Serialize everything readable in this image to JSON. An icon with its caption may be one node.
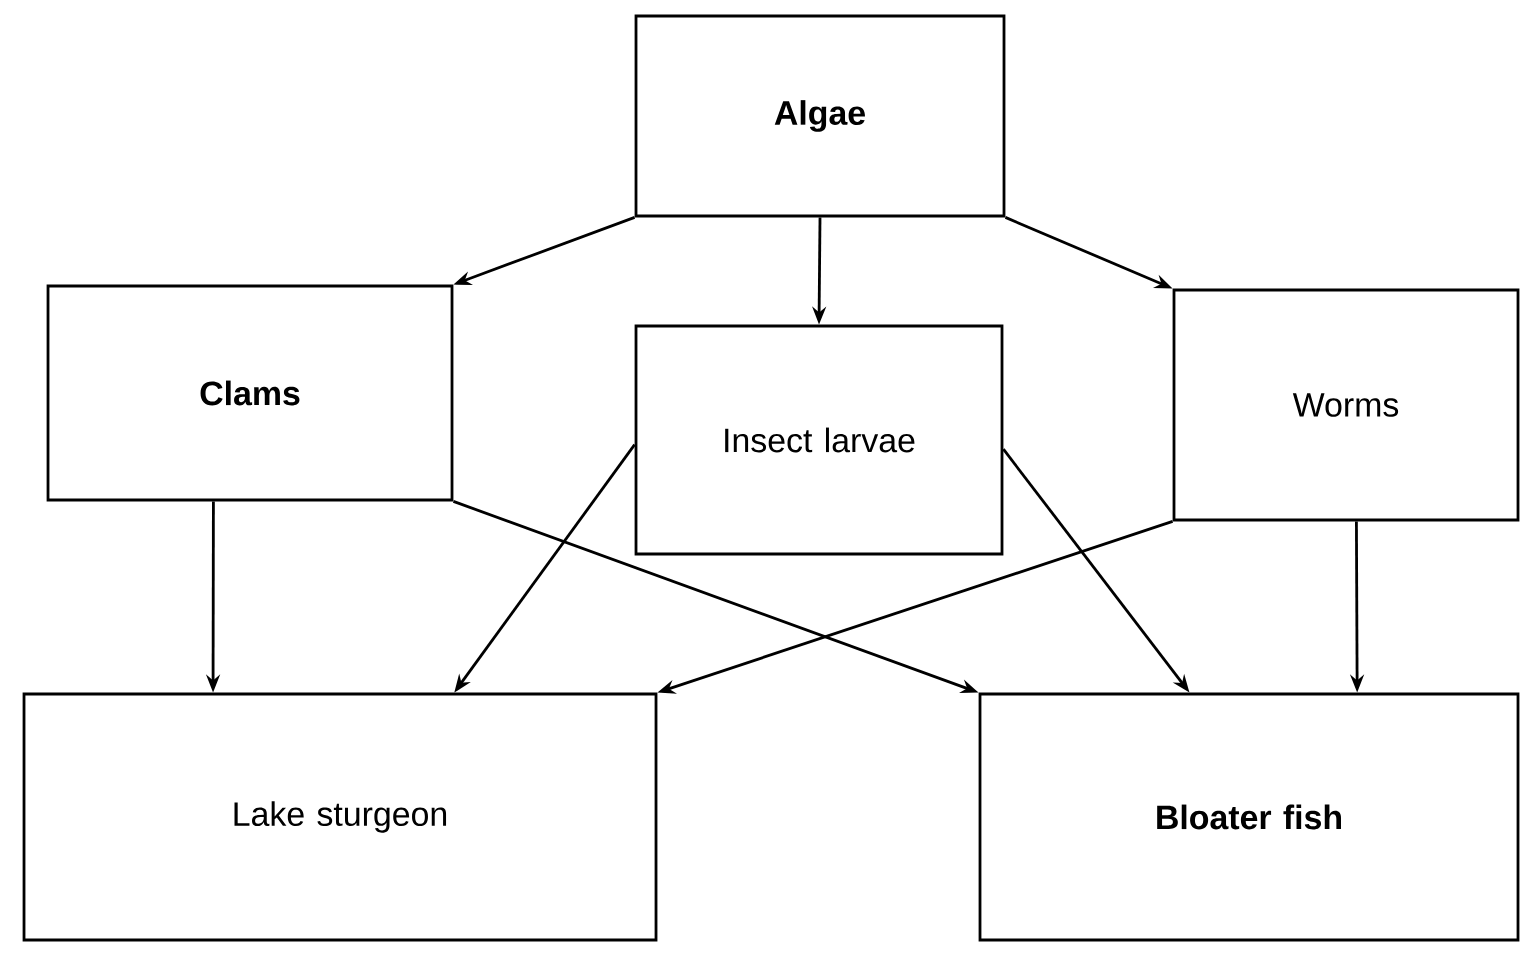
{
  "diagram": {
    "nodes": [
      {
        "text": [
          "Algae"
        ]
      },
      {
        "text": [
          "Clams"
        ]
      },
      {
        "text": [
          "Insect larvae"
        ]
      },
      {
        "text": [
          "Worms"
        ]
      },
      {
        "text": [
          "Lake sturgeon"
        ]
      },
      {
        "text": [
          "Bloater fish"
        ]
      }
    ],
    "edges": [
      {
        "from": 0,
        "to": 1,
        "arrow": "to"
      },
      {
        "from": 0,
        "to": 2,
        "arrow": "to"
      },
      {
        "from": 0,
        "to": 3,
        "arrow": "to"
      },
      {
        "from": 1,
        "to": 4,
        "arrow": "to"
      },
      {
        "from": 1,
        "to": 5,
        "arrow": "to"
      },
      {
        "from": 2,
        "to": 4,
        "arrow": "to"
      },
      {
        "from": 2,
        "to": 5,
        "arrow": "to"
      },
      {
        "from": 3,
        "to": 4,
        "arrow": "to"
      },
      {
        "from": 3,
        "to": 5,
        "arrow": "to"
      }
    ]
  }
}
